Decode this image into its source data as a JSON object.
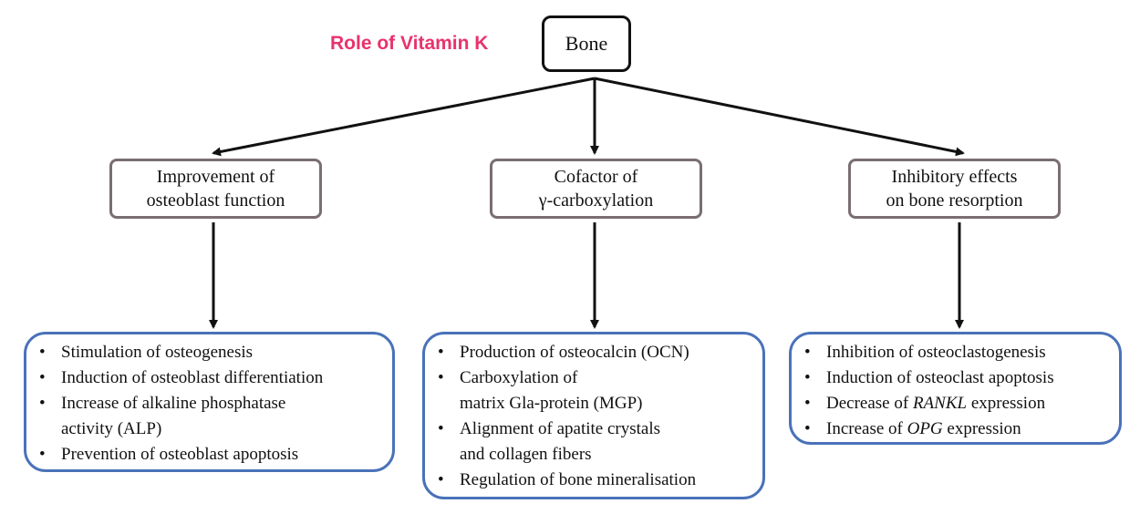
{
  "title": "Role of Vitamin K",
  "root": {
    "label": "Bone"
  },
  "categories": [
    {
      "lines": [
        "Improvement of",
        "osteoblast function"
      ],
      "items": [
        {
          "text": "Stimulation of osteogenesis"
        },
        {
          "text": "Induction of osteoblast differentiation"
        },
        {
          "text": "Increase of alkaline phosphatase",
          "cont": "activity (ALP)"
        },
        {
          "text": "Prevention of osteoblast apoptosis"
        }
      ]
    },
    {
      "lines": [
        "Cofactor of",
        "γ-carboxylation"
      ],
      "items": [
        {
          "text": "Production of osteocalcin (OCN)"
        },
        {
          "text": "Carboxylation of",
          "cont": "matrix Gla-protein (MGP)"
        },
        {
          "text": "Alignment of apatite crystals",
          "cont": "and collagen fibers"
        },
        {
          "text": "Regulation of bone mineralisation"
        }
      ]
    },
    {
      "lines": [
        "Inhibitory effects",
        "on bone resorption"
      ],
      "items": [
        {
          "text": "Inhibition of osteoclastogenesis"
        },
        {
          "text": "Induction of osteoclast apoptosis"
        },
        {
          "pre": "Decrease of ",
          "em": "RANKL",
          "post": " expression"
        },
        {
          "pre": "Increase of ",
          "em": "OPG",
          "post": " expression"
        }
      ]
    }
  ],
  "bullet": "•",
  "colors": {
    "title": "#e8336d",
    "arrow": "#111111",
    "category_border": "#7a6e72",
    "detail_border": "#4a72b9"
  }
}
